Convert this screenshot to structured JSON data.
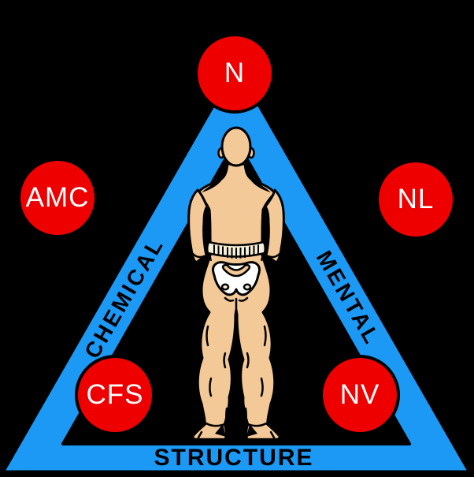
{
  "colors": {
    "background": "#000000",
    "triangle_blue": "#1B99F5",
    "circle_red": "#EE0000",
    "circle_text": "#FFFFFF",
    "side_label_text": "#000000",
    "skin": "#F4C998",
    "bone_white": "#FFFFFF",
    "hatch_cream": "#F6EED6",
    "outline": "#000000"
  },
  "triangle": {
    "left_label": "CHEMICAL",
    "right_label": "MENTAL",
    "bottom_label": "STRUCTURE"
  },
  "nodes": [
    {
      "id": "n",
      "label": "N"
    },
    {
      "id": "amc",
      "label": "AMC"
    },
    {
      "id": "nl",
      "label": "NL"
    },
    {
      "id": "cfs",
      "label": "CFS"
    },
    {
      "id": "nv",
      "label": "NV"
    }
  ],
  "figure": {
    "icon": "human-body-back"
  }
}
